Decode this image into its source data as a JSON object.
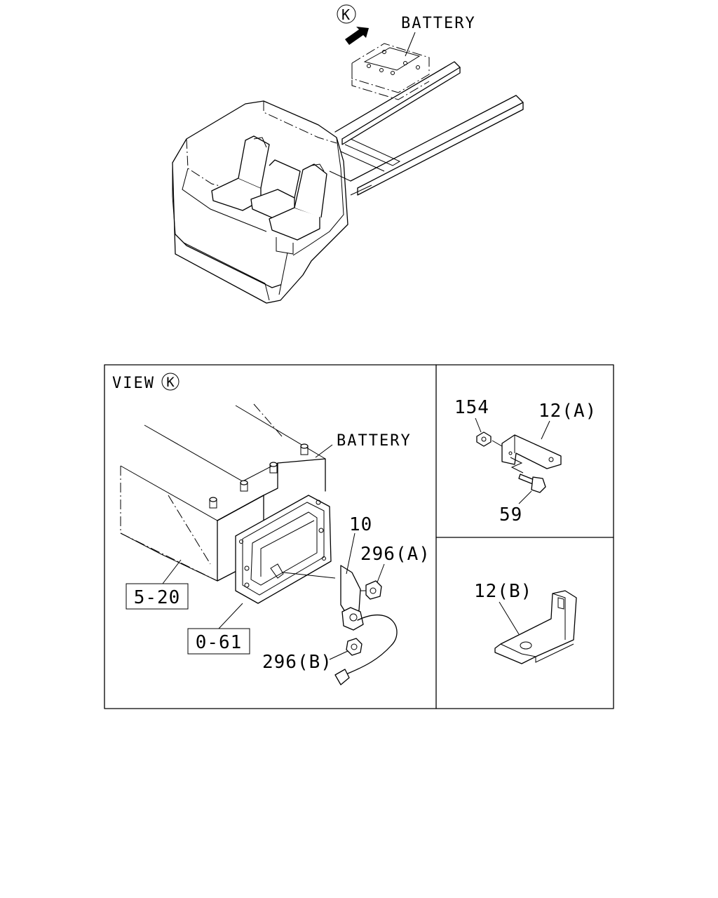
{
  "top_view": {
    "marker": "K",
    "battery_label": "BATTERY"
  },
  "view_panel": {
    "title": "VIEW",
    "marker": "K",
    "battery_label": "BATTERY",
    "refs": {
      "ref_5_20": "5-20",
      "ref_0_61": "0-61"
    },
    "parts": {
      "p10": "10",
      "p296a": "296(A)",
      "p296b": "296(B)"
    }
  },
  "detail_a": {
    "p154": "154",
    "p12a": "12(A)",
    "p59": "59"
  },
  "detail_b": {
    "p12b": "12(B)"
  }
}
